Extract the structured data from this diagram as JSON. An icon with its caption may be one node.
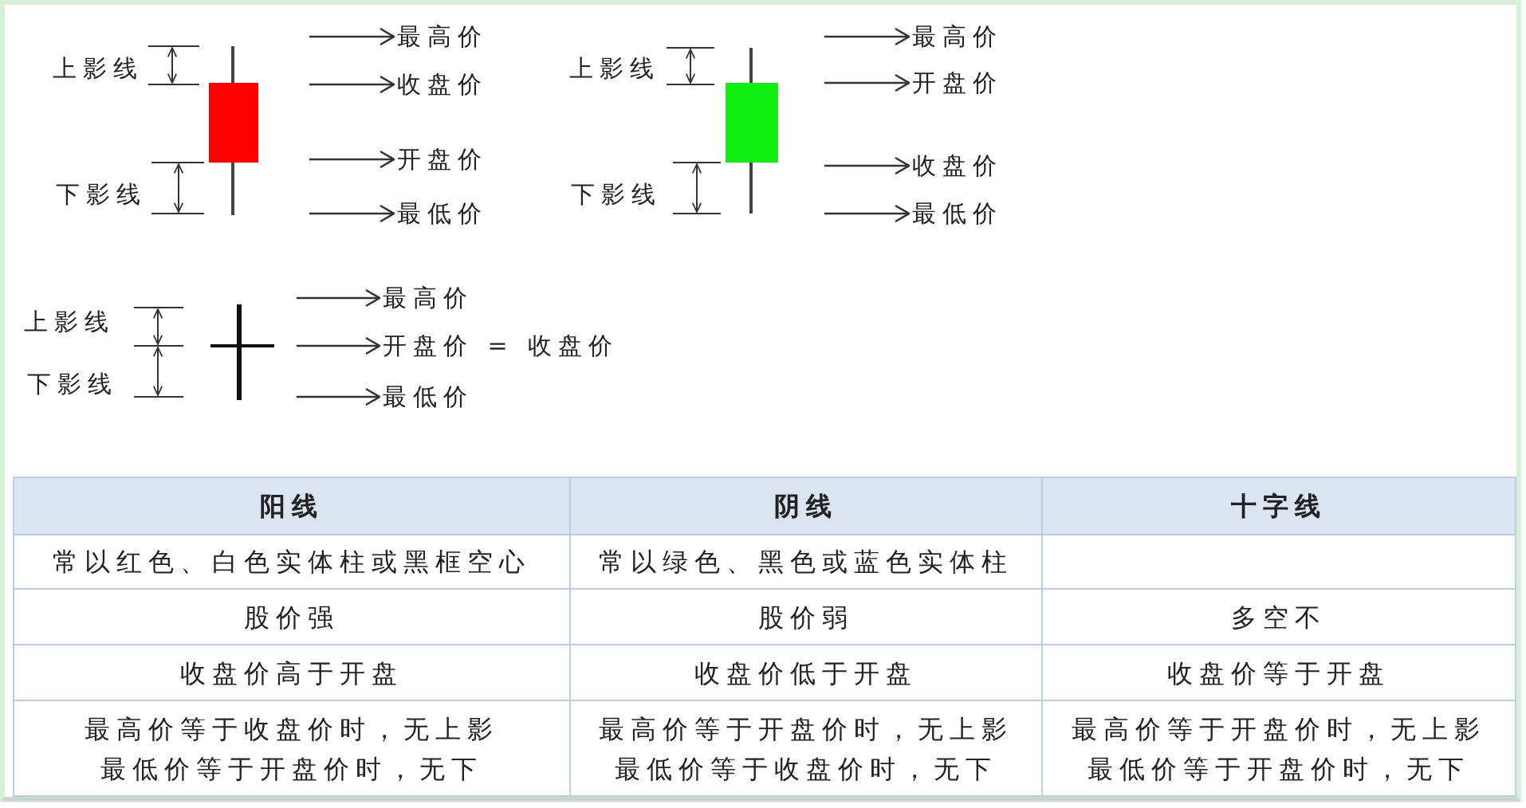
{
  "diagram": {
    "nodes": [
      {
        "text": [
          "最高价"
        ]
      },
      {
        "text": [
          "收盘价"
        ]
      },
      {
        "text": [
          "开盘价"
        ]
      },
      {
        "text": [
          "最低价"
        ]
      },
      {
        "text": [
          "最高价"
        ]
      },
      {
        "text": [
          "开盘价"
        ]
      },
      {
        "text": [
          "收盘价"
        ]
      },
      {
        "text": [
          "最低价"
        ]
      },
      {
        "text": [
          "最高价"
        ]
      },
      {
        "text": [
          "开盘价 = 收盘价"
        ]
      },
      {
        "text": [
          "最低价"
        ]
      }
    ],
    "edges": [
      {
        "from": null,
        "to": 0,
        "arrow": "to"
      },
      {
        "from": null,
        "to": 1,
        "arrow": "to"
      },
      {
        "from": null,
        "to": 2,
        "arrow": "to"
      },
      {
        "from": null,
        "to": 3,
        "arrow": "to"
      },
      {
        "from": null,
        "to": 4,
        "arrow": "to"
      },
      {
        "from": null,
        "to": 5,
        "arrow": "to"
      },
      {
        "from": null,
        "to": 6,
        "arrow": "to"
      },
      {
        "from": null,
        "to": 7,
        "arrow": "to"
      },
      {
        "from": null,
        "to": 8,
        "arrow": "to"
      },
      {
        "from": null,
        "to": 9,
        "arrow": "to"
      },
      {
        "from": null,
        "to": 10,
        "arrow": "to"
      }
    ],
    "labels": [
      "上影线",
      "下影线",
      "上影线",
      "下影线",
      "上影线",
      "下影线",
      "阳线",
      "阴线",
      "十字线",
      "常以红色、白色实体柱或黑框空心",
      "常以绿色、黑色或蓝色实体柱",
      "股价强",
      "股价弱",
      "多空不",
      "收盘价高于开盘",
      "收盘价低于开盘",
      "收盘价等于开盘",
      "最高价等于收盘价时，无上影最低价等于开盘价时，无下",
      "最高价等于开盘价时，无上影最低价等于收盘价时，无下",
      "最高价等于开盘价时，无上影最低价等于开盘价时，无下"
    ]
  }
}
